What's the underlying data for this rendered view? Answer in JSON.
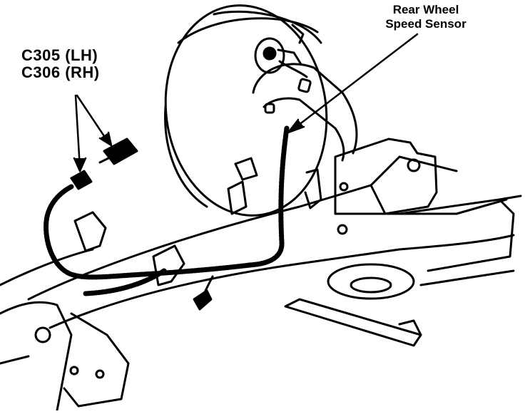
{
  "labels": {
    "sensor_line1": "Rear Wheel",
    "sensor_line2": "Speed Sensor",
    "connector_lh": "C305 (LH)",
    "connector_rh": "C306 (RH)"
  },
  "colors": {
    "ink": "#000000",
    "paper": "#ffffff"
  }
}
